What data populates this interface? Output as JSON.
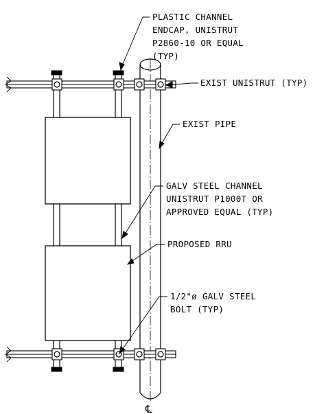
{
  "labels": {
    "endcap": [
      "PLASTIC CHANNEL",
      "ENDCAP, UNISTRUT",
      "P2860-10 OR EQUAL",
      "(TYP)"
    ],
    "unistrut": [
      "EXIST UNISTRUT (TYP)"
    ],
    "pipe": [
      "EXIST PIPE"
    ],
    "channel": [
      "GALV STEEL CHANNEL",
      "UNISTRUT P1000T OR",
      "APPROVED EQUAL (TYP)"
    ],
    "rru": [
      "PROPOSED RRU"
    ],
    "bolt": [
      "1/2\"ø GALV STEEL",
      "BOLT (TYP)"
    ]
  },
  "centerline_symbol": "℄"
}
